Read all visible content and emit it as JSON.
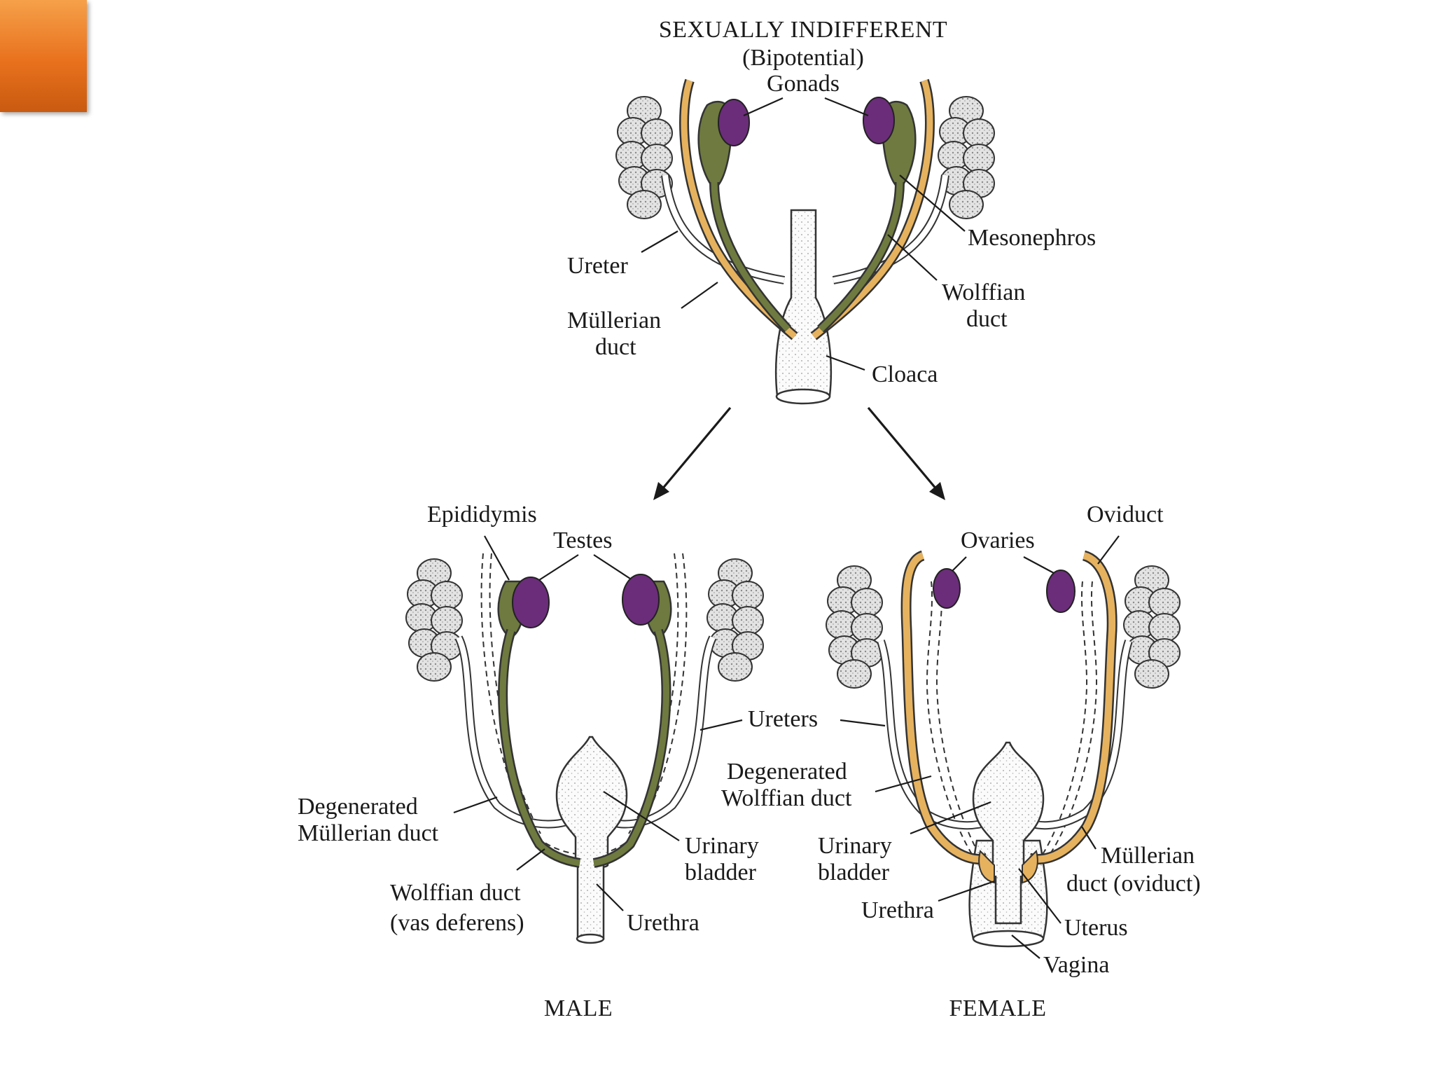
{
  "slide": {
    "accent_color": "#e8711d"
  },
  "colors": {
    "gonad": "#6b2d7a",
    "wolffian": "#6e7a3f",
    "mullerian": "#e6b25e",
    "kidney": "#dcdcdc",
    "outline": "#1a1a1a"
  },
  "top": {
    "title_line1": "SEXUALLY INDIFFERENT",
    "title_line2": "(Bipotential)",
    "title_line3": "Gonads",
    "labels": {
      "mesonephros": "Mesonephros",
      "ureter": "Ureter",
      "wolffian_1": "Wolffian",
      "wolffian_2": "duct",
      "mullerian_1": "Müllerian",
      "mullerian_2": "duct",
      "cloaca": "Cloaca"
    }
  },
  "male": {
    "caption": "MALE",
    "labels": {
      "epididymis": "Epididymis",
      "testes": "Testes",
      "ureters": "Ureters",
      "degen_mullerian_1": "Degenerated",
      "degen_mullerian_2": "Müllerian duct",
      "urinary_bladder_1": "Urinary",
      "urinary_bladder_2": "bladder",
      "wolffian_1": "Wolffian duct",
      "wolffian_2": "(vas deferens)",
      "urethra": "Urethra"
    }
  },
  "female": {
    "caption": "FEMALE",
    "labels": {
      "ovaries": "Ovaries",
      "oviduct": "Oviduct",
      "degen_wolffian_1": "Degenerated",
      "degen_wolffian_2": "Wolffian duct",
      "urinary_bladder_1": "Urinary",
      "urinary_bladder_2": "bladder",
      "mullerian_1": "Müllerian",
      "mullerian_2": "duct (oviduct)",
      "urethra": "Urethra",
      "uterus": "Uterus",
      "vagina": "Vagina"
    }
  }
}
